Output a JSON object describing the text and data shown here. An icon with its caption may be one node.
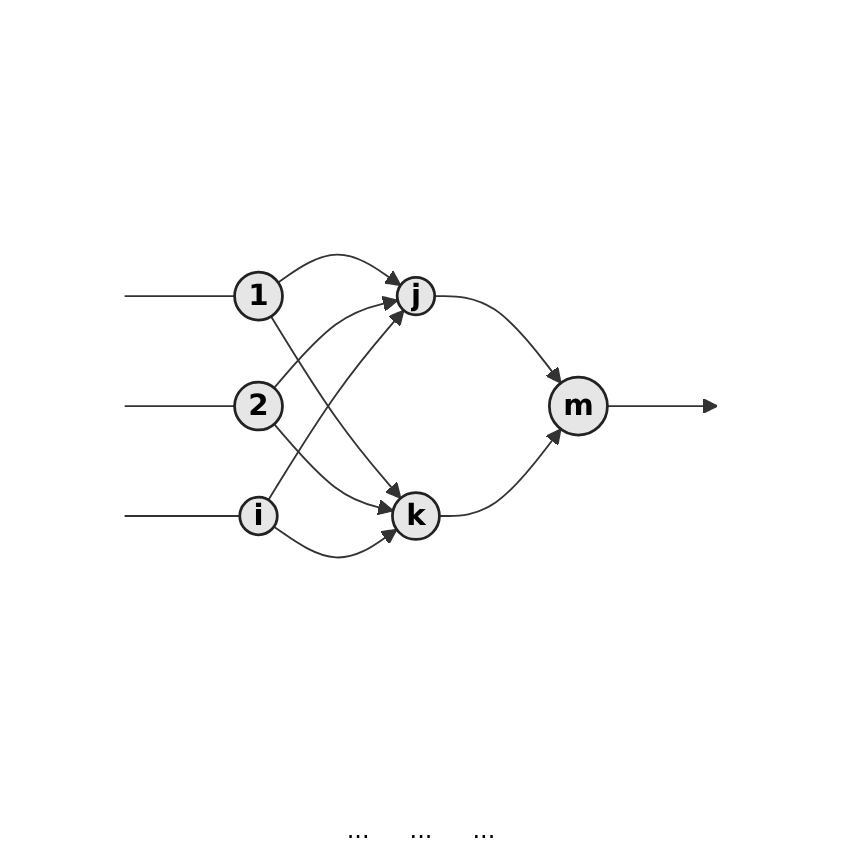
{
  "diagram": {
    "nodes": [
      {
        "text": [
          "1"
        ]
      },
      {
        "text": [
          "2"
        ]
      },
      {
        "text": [
          "i"
        ]
      },
      {
        "text": [
          "j"
        ]
      },
      {
        "text": [
          "k"
        ]
      },
      {
        "text": [
          "m"
        ]
      }
    ],
    "edges": [
      {
        "from": null,
        "to": 0,
        "arrow": "none"
      },
      {
        "from": null,
        "to": 1,
        "arrow": "none"
      },
      {
        "from": null,
        "to": 2,
        "arrow": "none"
      },
      {
        "from": 0,
        "to": 3,
        "arrow": "to"
      },
      {
        "from": 0,
        "to": 4,
        "arrow": "to"
      },
      {
        "from": 1,
        "to": 3,
        "arrow": "to"
      },
      {
        "from": 1,
        "to": 4,
        "arrow": "to"
      },
      {
        "from": 2,
        "to": 3,
        "arrow": "to"
      },
      {
        "from": 2,
        "to": 4,
        "arrow": "to"
      },
      {
        "from": 3,
        "to": 5,
        "arrow": "to"
      },
      {
        "from": 4,
        "to": 5,
        "arrow": "to"
      },
      {
        "from": 5,
        "to": null,
        "arrow": "to"
      }
    ],
    "labels": [
      "...",
      "...",
      "..."
    ]
  }
}
